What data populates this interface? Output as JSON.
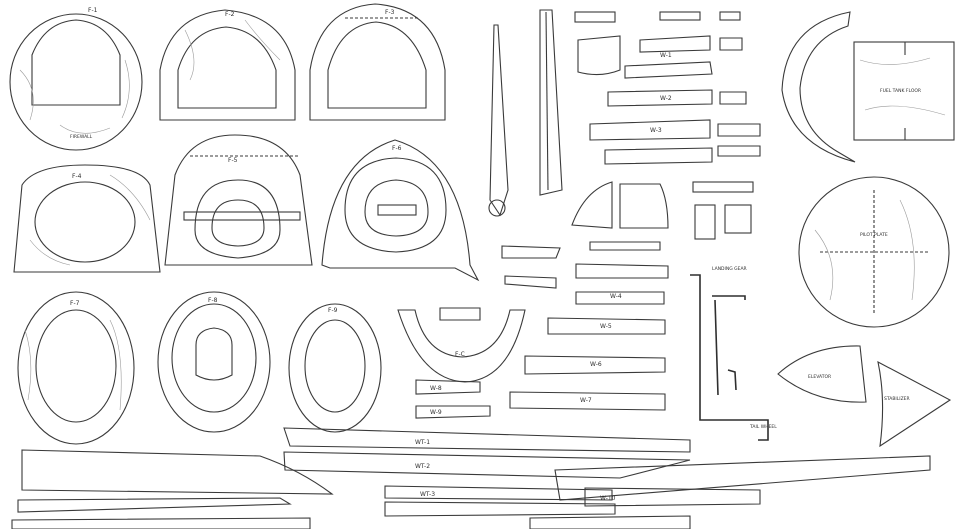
{
  "labels": {
    "f1": "F-1",
    "f2": "F-2",
    "f3": "F-3",
    "f4": "F-4",
    "f5": "F-5",
    "f6": "F-6",
    "f7": "F-7",
    "f8": "F-8",
    "f9": "F-9",
    "wt1": "WT-1",
    "wt2": "WT-2",
    "wt3": "WT-3",
    "fc": "F-C",
    "w1": "W-1",
    "w2": "W-2",
    "w3": "W-3",
    "w4": "W-4",
    "w5": "W-5",
    "w6": "W-6",
    "w7": "W-7",
    "w8": "W-8",
    "w9": "W-9",
    "w10": "W-10"
  },
  "notes": {
    "firewall": "FIREWALL",
    "pilot_plate": "PILOT PLATE",
    "landing_gear": "LANDING GEAR",
    "fuel_tank": "FUEL TANK FLOOR",
    "tail_wheel": "TAIL WHEEL",
    "elevator": "ELEVATOR",
    "stabilizer": "STABILIZER"
  },
  "colors": {
    "line": "#3a3a3a",
    "grain": "#9a9a9a",
    "paper": "#ffffff"
  }
}
